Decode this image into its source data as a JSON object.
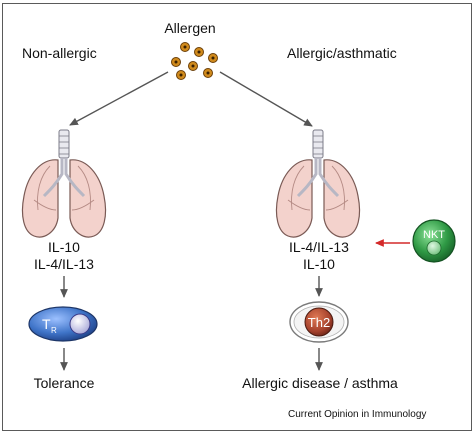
{
  "diagram": {
    "allergen_label": "Allergen",
    "left": {
      "heading": "Non-allergic",
      "cytokine_line1": "IL-10",
      "cytokine_line2": "IL-4/IL-13",
      "cell_label": "T",
      "cell_sub": "R",
      "outcome": "Tolerance"
    },
    "right": {
      "heading": "Allergic/asthmatic",
      "cytokine_line1": "IL-4/IL-13",
      "cytokine_line2": "IL-10",
      "cell_label": "Th2",
      "outcome": "Allergic disease / asthma",
      "nkt_label": "NKT"
    },
    "source": "Current Opinion in Immunology"
  },
  "colors": {
    "allergen": "#d08a1c",
    "lung_fill": "#f3d2cc",
    "lung_stroke": "#7a5a55",
    "treg": "#3f74c8",
    "th2": "#a5412c",
    "nkt": "#2f9a45",
    "inhibit_arrow": "#d42a2a"
  }
}
